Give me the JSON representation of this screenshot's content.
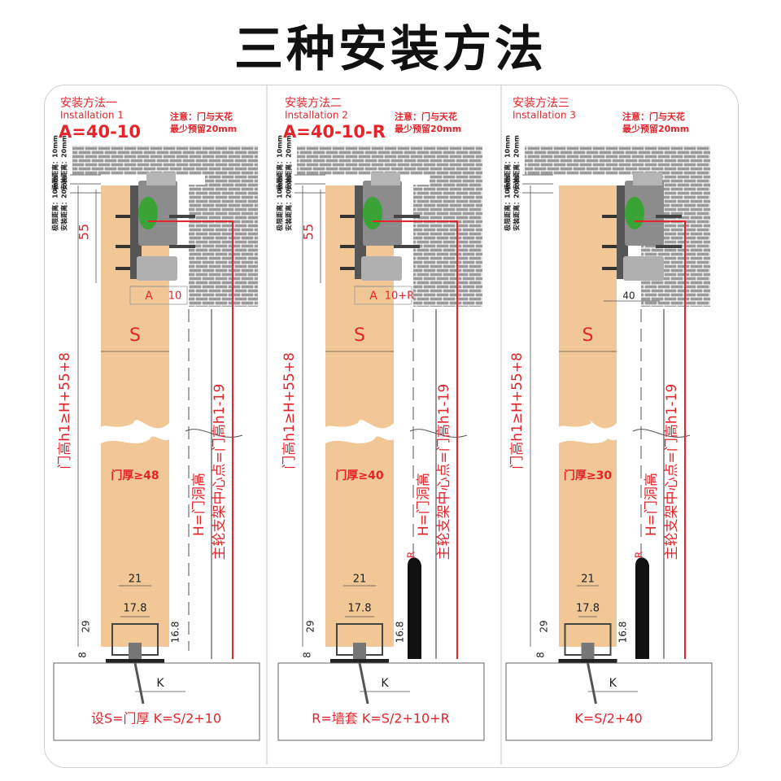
{
  "title": "三种安装方法",
  "labels": {
    "limit_10": "极限距离：10mm",
    "install_20": "安装距离：20mm",
    "dim_55": "55",
    "dim_a": "A",
    "dim_s": "S",
    "door_height": "门高h1≥H+55+8",
    "opening_height": "H=门洞高",
    "center_height": "主轮支架中心点=门高h1-19",
    "dim_21": "21",
    "dim_17_8": "17.8",
    "dim_29": "29",
    "dim_16_8": "16.8",
    "dim_8": "8",
    "dim_k": "K",
    "wall_cover": "R"
  },
  "panels": [
    {
      "title": "安装方法一",
      "subtitle": "Installation 1",
      "formula": "A=40-10",
      "note1": "注意：门与天花",
      "note2": "最少预留20mm",
      "gap_label": "10",
      "door_thickness": "门厚≥48",
      "bottom_text": "设S=门厚    K=S/2+10"
    },
    {
      "title": "安装方法二",
      "subtitle": "Installation 2",
      "formula": "A=40-10-R",
      "note1": "注意：门与天花",
      "note2": "最少预留20mm",
      "gap_label": "10+R",
      "door_thickness": "门厚≥40",
      "bottom_text": "R=墙套    K=S/2+10+R"
    },
    {
      "title": "安装方法三",
      "subtitle": "Installation 3",
      "formula": "",
      "note1": "注意：门与天花",
      "note2": "最少预留20mm",
      "gap_label": "40",
      "door_thickness": "门厚≥30",
      "bottom_text": "K=S/2+40"
    }
  ],
  "colors": {
    "accent_red": "#e3242b",
    "door_wood": "#f1c795",
    "brick_gray": "#9a9a9a",
    "wheel_green": "#3aa335",
    "hardware_gray": "#8c8c8c"
  }
}
